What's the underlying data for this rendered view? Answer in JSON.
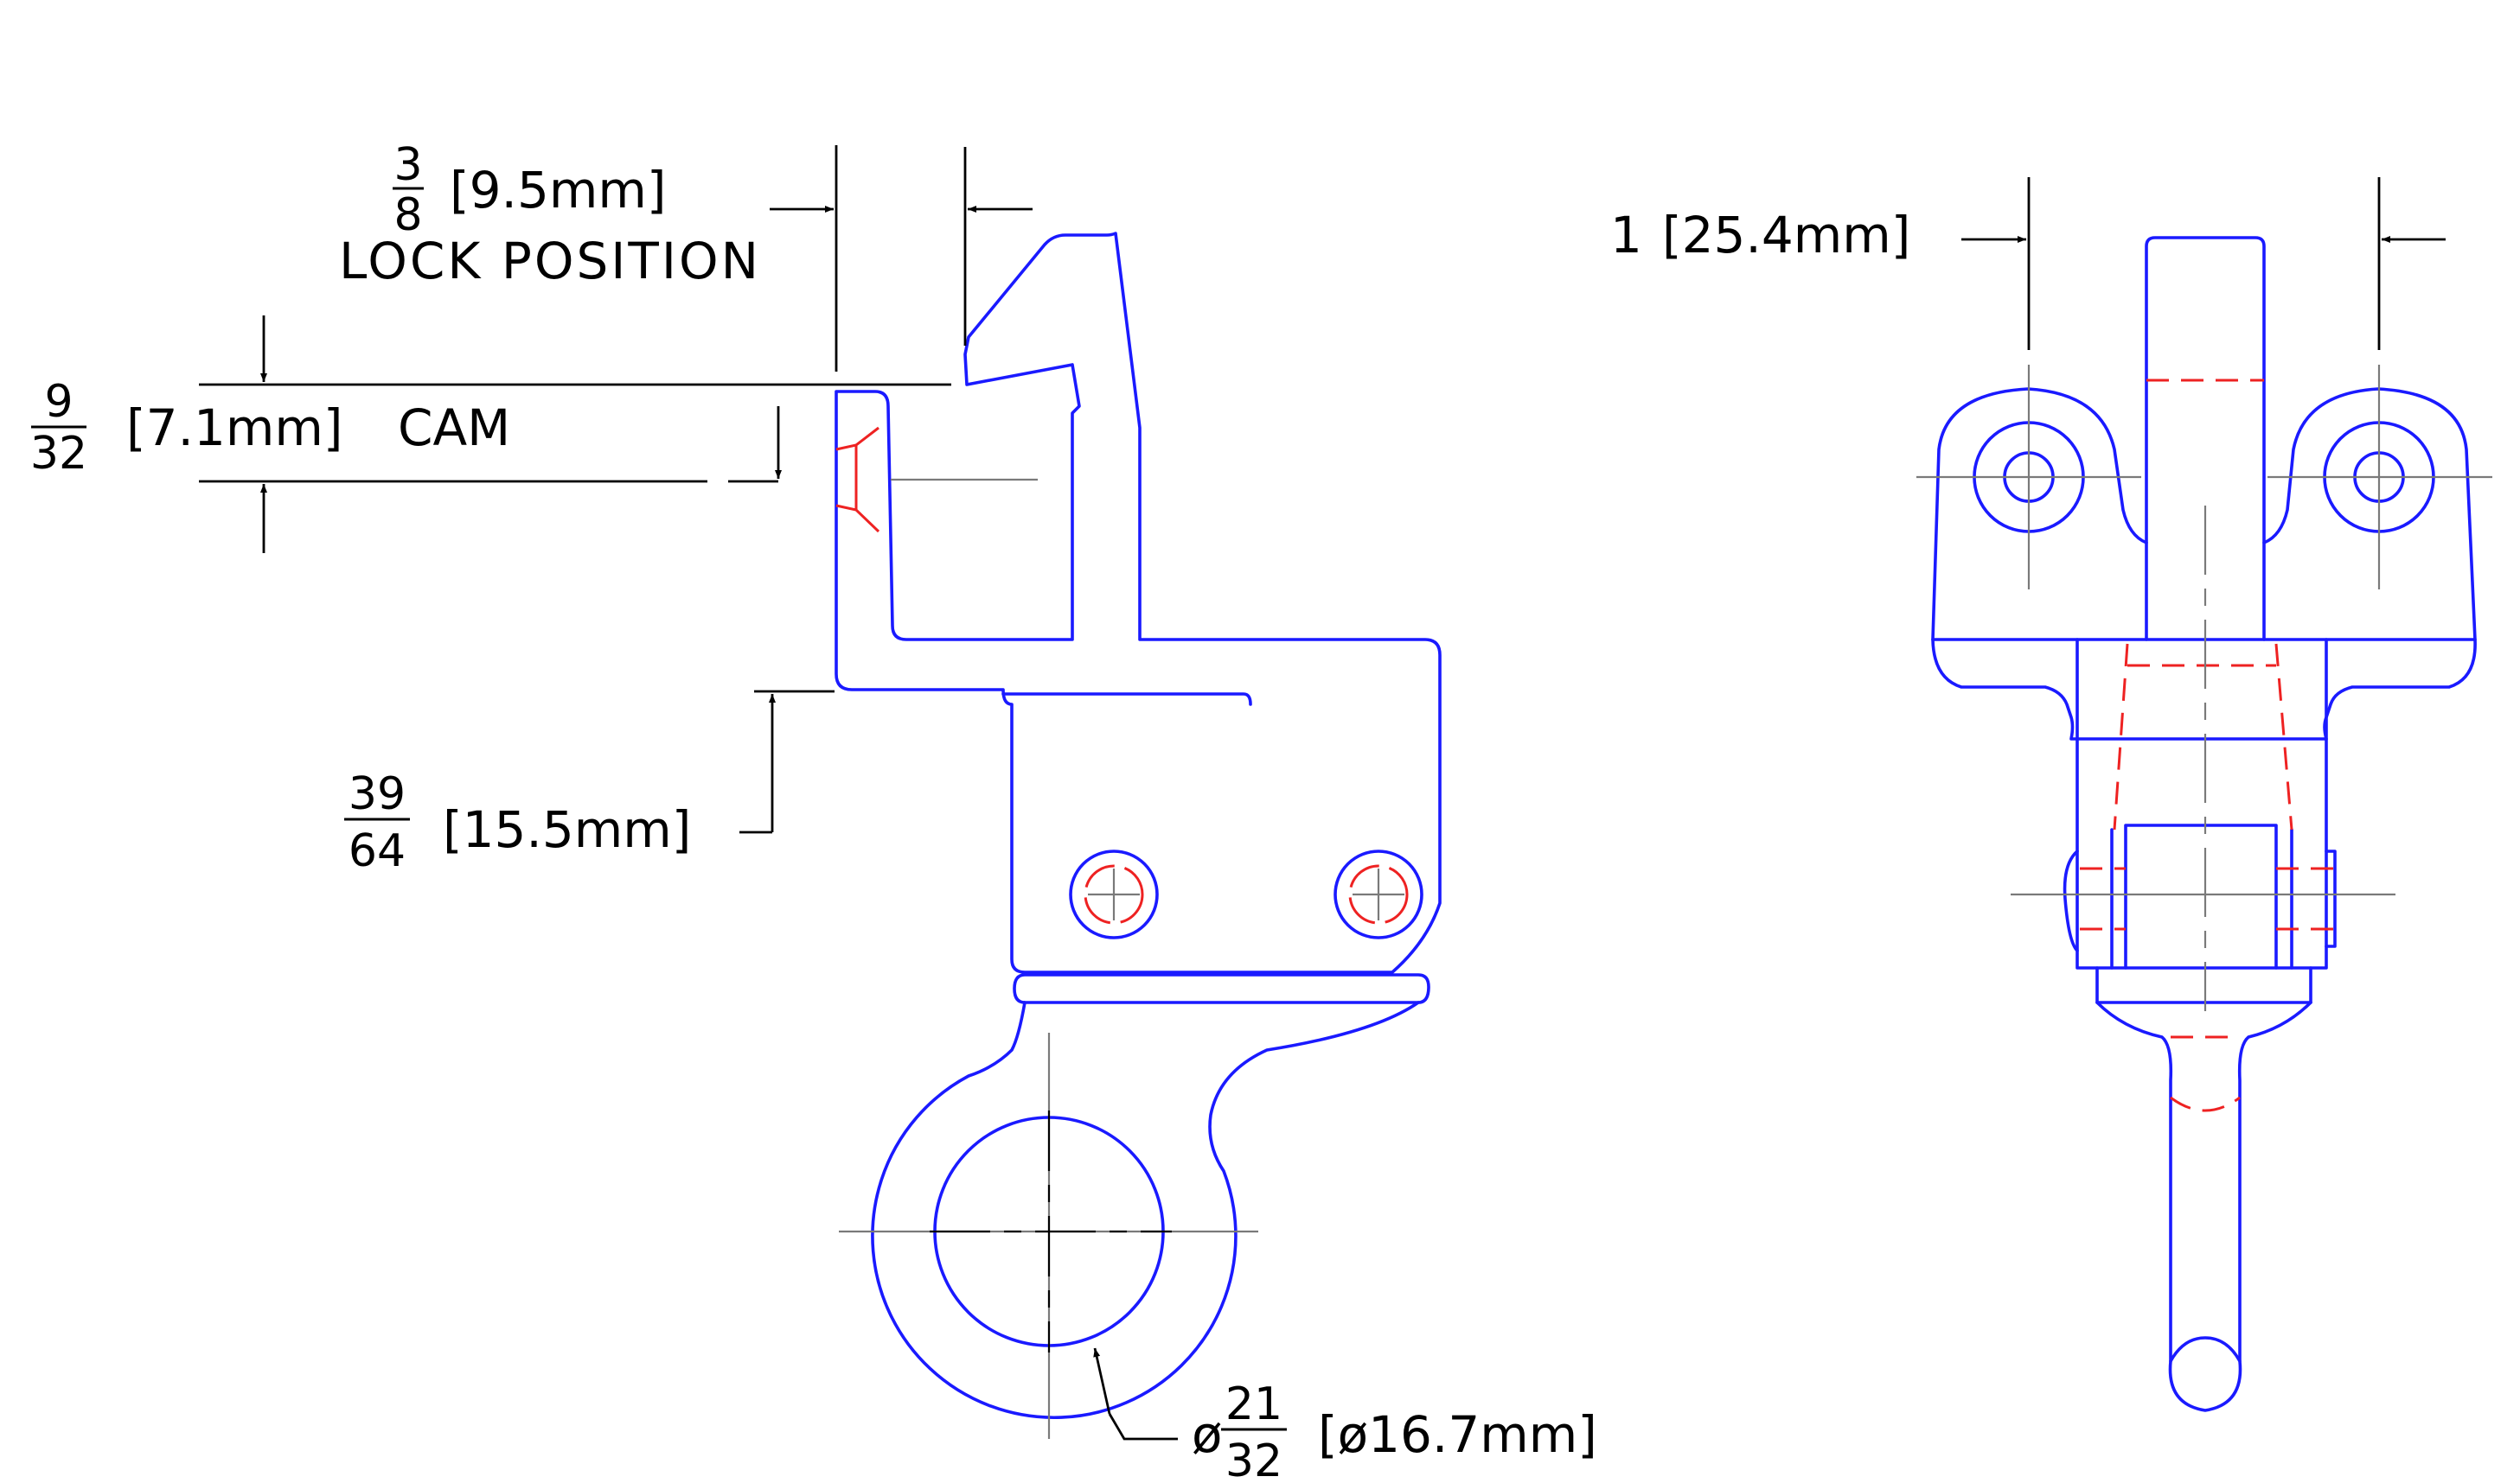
{
  "colors": {
    "visible_edges": "#1a1aff",
    "hidden_edges": "#ee2222",
    "center_lines": "#7a7a7a",
    "dimensions": "#000000"
  },
  "dimensions": {
    "lock_position": {
      "frac_num": "3",
      "frac_den": "8",
      "metric": "[9.5mm]",
      "note": "LOCK POSITION"
    },
    "cam": {
      "frac_num": "9",
      "frac_den": "32",
      "metric": "[7.1mm]",
      "note": "CAM"
    },
    "height": {
      "frac_num": "39",
      "frac_den": "64",
      "metric": "[15.5mm]"
    },
    "hole_diameter": {
      "prefix": "ø",
      "frac_num": "21",
      "frac_den": "32",
      "metric": "[ø16.7mm]"
    },
    "hole_spacing": {
      "value": "1",
      "metric": "[25.4mm]"
    }
  }
}
